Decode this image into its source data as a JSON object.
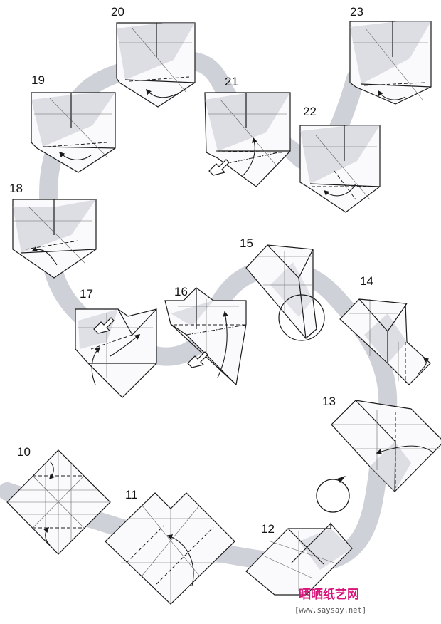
{
  "diagram": {
    "steps": [
      {
        "id": "10",
        "label": "10"
      },
      {
        "id": "11",
        "label": "11"
      },
      {
        "id": "12",
        "label": "12"
      },
      {
        "id": "13",
        "label": "13"
      },
      {
        "id": "14",
        "label": "14"
      },
      {
        "id": "15",
        "label": "15"
      },
      {
        "id": "16",
        "label": "16"
      },
      {
        "id": "17",
        "label": "17"
      },
      {
        "id": "18",
        "label": "18"
      },
      {
        "id": "19",
        "label": "19"
      },
      {
        "id": "20",
        "label": "20"
      },
      {
        "id": "21",
        "label": "21"
      },
      {
        "id": "22",
        "label": "22"
      },
      {
        "id": "23",
        "label": "23"
      }
    ],
    "icons": {
      "rotate": "rotate-arrow-icon",
      "push": "push-arrow-icon",
      "zoom": "zoom-circle-icon"
    },
    "colors": {
      "band": "#cfd1d9",
      "paper_shade": "#c9cbd4",
      "ink": "#1a1a1a",
      "watermark": "#d8137a"
    }
  },
  "watermark": {
    "title": "晒晒纸艺网",
    "url": "[www.saysay.net]"
  }
}
